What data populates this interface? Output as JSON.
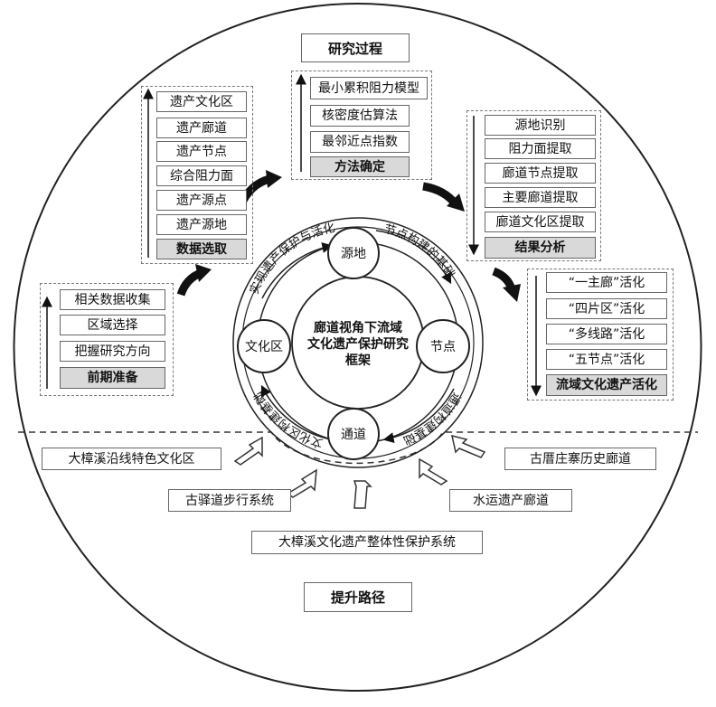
{
  "diagram": {
    "title_process": "研究过程",
    "title_path": "提升路径",
    "center": {
      "line1": "廊道视角下流域",
      "line2": "文化遗产保护研究",
      "line3": "框架"
    },
    "nodes": {
      "source": "源地",
      "node": "节点",
      "channel": "通道",
      "culture": "文化区"
    },
    "ring_labels": {
      "top_left": "实现遗产保护与活化",
      "top_right": "节点构建的基础",
      "bottom_right": "通道构建基础",
      "bottom_left": "文化区构建基础"
    },
    "groups": {
      "prep": {
        "items": [
          "相关数据收集",
          "区域选择",
          "把握研究方向"
        ],
        "header": "前期准备"
      },
      "data": {
        "items": [
          "遗产文化区",
          "遗产廊道",
          "遗产节点",
          "综合阻力面",
          "遗产源点",
          "遗产源地"
        ],
        "header": "数据选取"
      },
      "method": {
        "items": [
          "最小累积阻力模型",
          "核密度估算法",
          "最邻近点指数"
        ],
        "header": "方法确定"
      },
      "result": {
        "items": [
          "源地识别",
          "阻力面提取",
          "廊道节点提取",
          "主要廊道提取",
          "廊道文化区提取"
        ],
        "header": "结果分析"
      },
      "revival": {
        "items": [
          "“一主廊”活化",
          "“四片区”活化",
          "“多线路”活化",
          "“五节点”活化"
        ],
        "header": "流域文化遗产活化"
      }
    },
    "paths": [
      "大樟溪沿线特色文化区",
      "古驿道步行系统",
      "大樟溪文化遗产整体性保护系统",
      "水运遗产廊道",
      "古厝庄寨历史廊道"
    ]
  }
}
